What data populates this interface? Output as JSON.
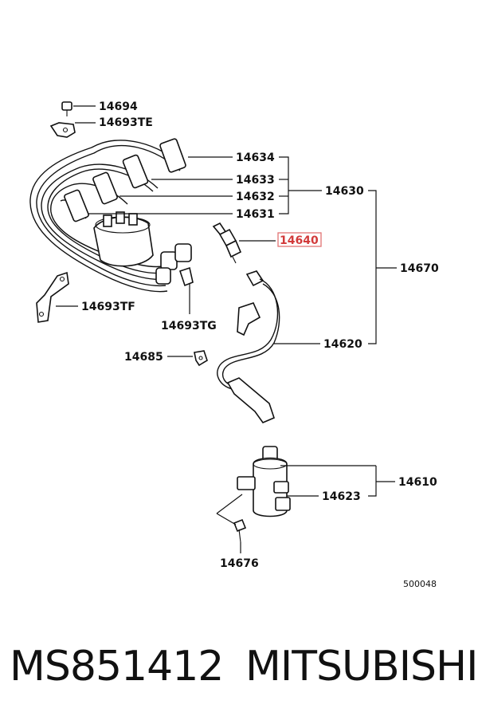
{
  "diagram": {
    "labels": {
      "p14694": "14694",
      "p14693TE": "14693TE",
      "p14634": "14634",
      "p14633": "14633",
      "p14632": "14632",
      "p14631": "14631",
      "p14630": "14630",
      "p14640": "14640",
      "p14670": "14670",
      "p14693TF": "14693TF",
      "p14693TG": "14693TG",
      "p14685": "14685",
      "p14620": "14620",
      "p14610": "14610",
      "p14623": "14623",
      "p14676": "14676",
      "drawing_no": "500048"
    },
    "highlighted_part": "14640",
    "highlight_color": "#e27474"
  },
  "footer": {
    "part_number": "MS851412",
    "brand": "MITSUBISHI"
  }
}
